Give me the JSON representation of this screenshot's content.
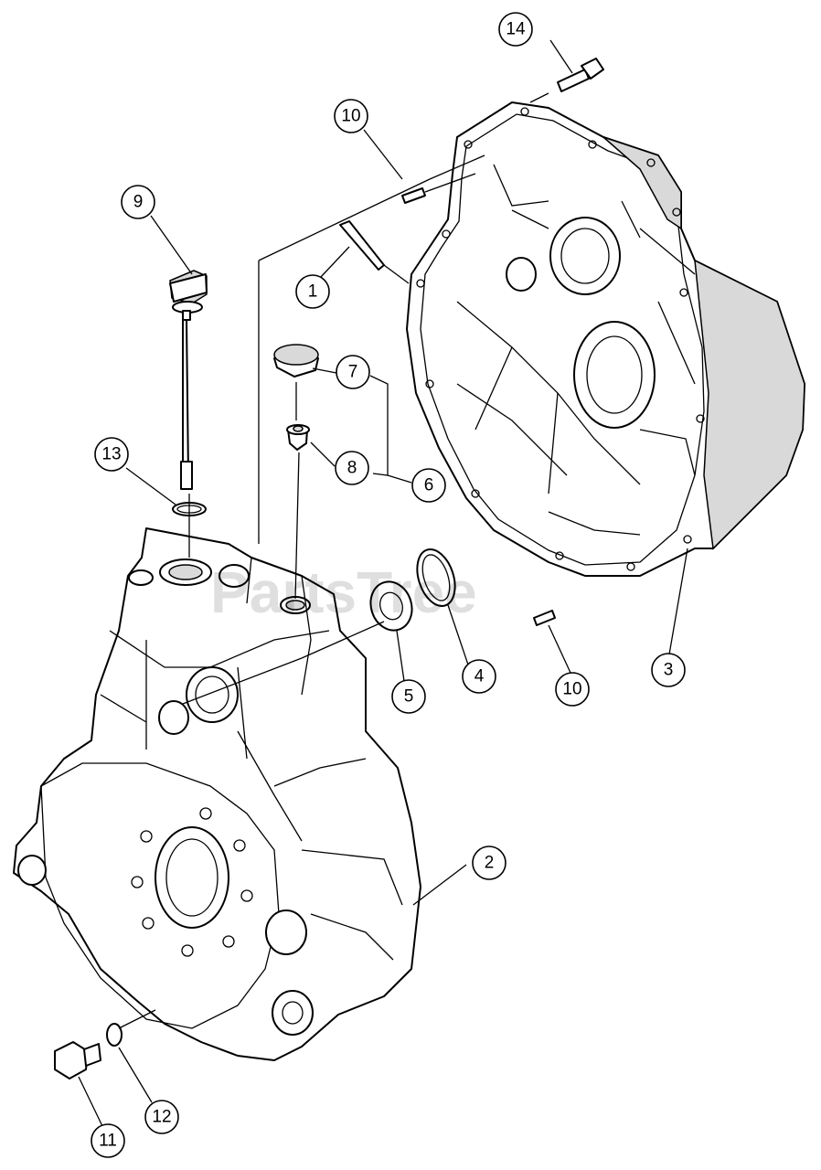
{
  "watermark": "PartsTree",
  "callouts": {
    "c1": "1",
    "c2": "2",
    "c3": "3",
    "c4": "4",
    "c5": "5",
    "c6": "6",
    "c7": "7",
    "c8": "8",
    "c9": "9",
    "c10a": "10",
    "c10b": "10",
    "c11": "11",
    "c12": "12",
    "c13": "13",
    "c14": "14"
  }
}
